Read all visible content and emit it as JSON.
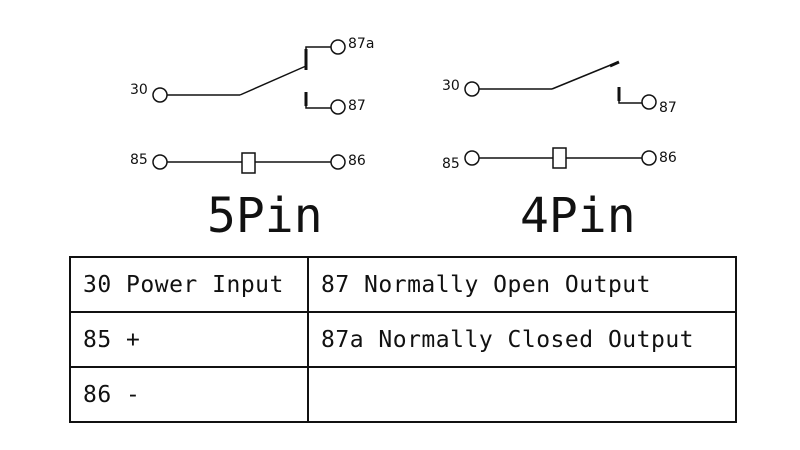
{
  "five_pin": {
    "title": "5Pin",
    "pins": {
      "p30": "30",
      "p87a": "87a",
      "p87": "87",
      "p85": "85",
      "p86": "86"
    }
  },
  "four_pin": {
    "title": "4Pin",
    "pins": {
      "p30": "30",
      "p87": "87",
      "p85": "85",
      "p86": "86"
    }
  },
  "legend": {
    "rows": [
      [
        "30 Power Input",
        "87 Normally Open Output"
      ],
      [
        "85 +",
        "87a Normally Closed Output"
      ],
      [
        "86 -",
        ""
      ]
    ]
  },
  "colors": {
    "line": "#111111",
    "background": "#ffffff"
  }
}
